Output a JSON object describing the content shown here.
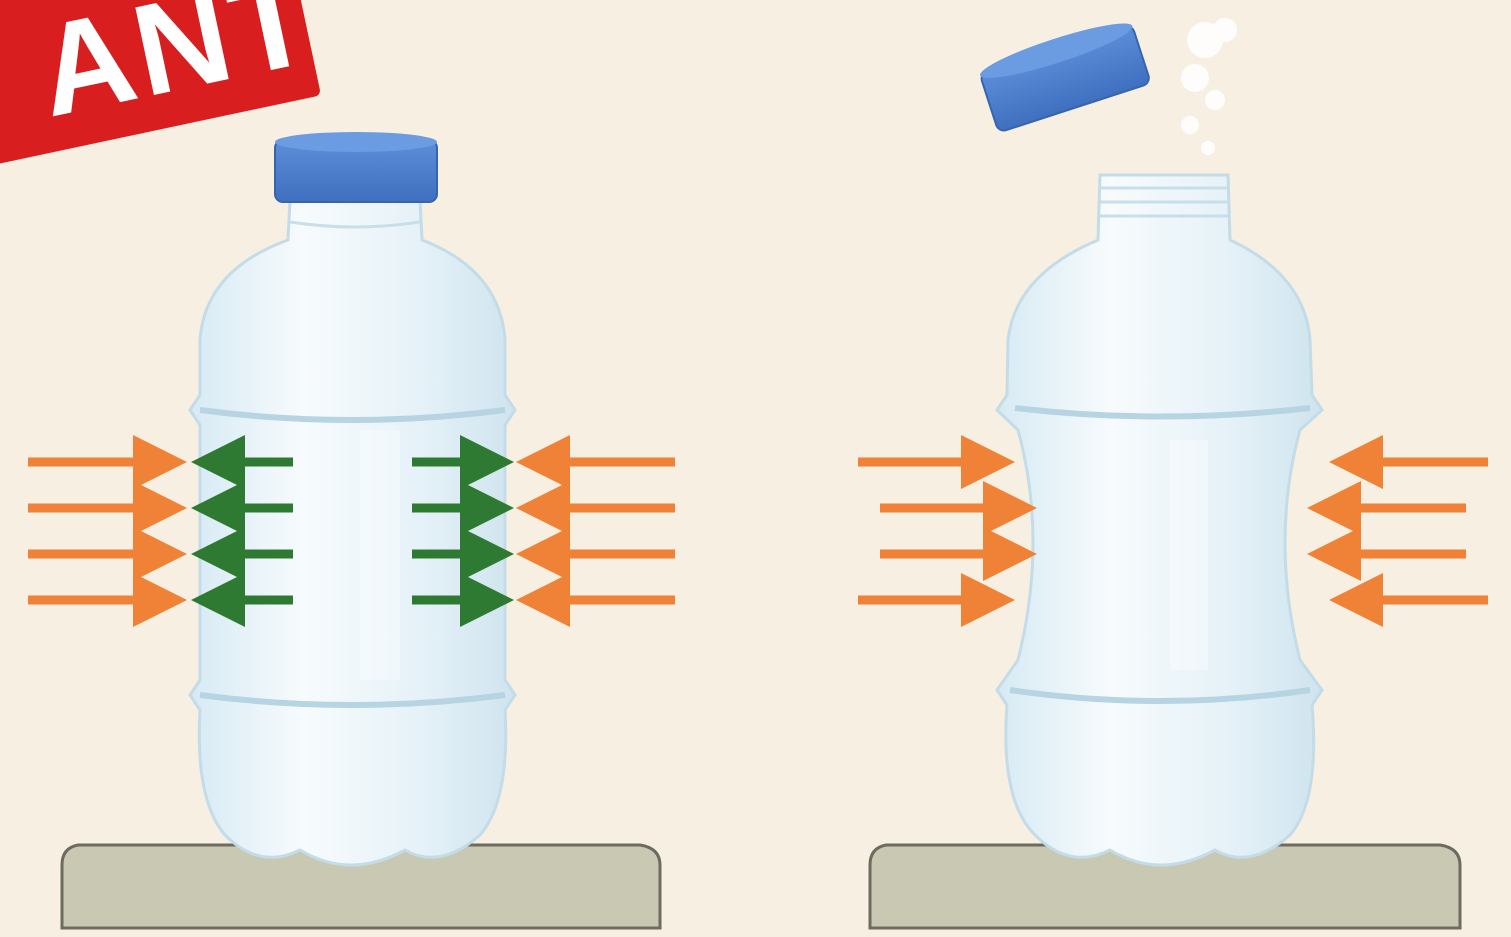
{
  "stamp": {
    "text": "ANT",
    "color": "#d81e1e",
    "text_color": "#ffffff"
  },
  "colors": {
    "background": "#f6efe2",
    "cap": "#4a7fd0",
    "bottle_body": "#e3f1f8",
    "bottle_edge": "#c4dce8",
    "table": "#c9c8b3",
    "table_edge": "#6d6b60",
    "outside_arrow": "#ef8237",
    "inside_arrow": "#2f7a33"
  },
  "scenes": {
    "left": {
      "state": "sealed",
      "cap": "on",
      "outside_arrows_per_side": 4,
      "inside_arrows_per_side": 4
    },
    "right": {
      "state": "opened",
      "cap": "removed",
      "air_escaping": true,
      "outside_arrows_per_side": 4,
      "inside_arrows_per_side": 0
    }
  }
}
